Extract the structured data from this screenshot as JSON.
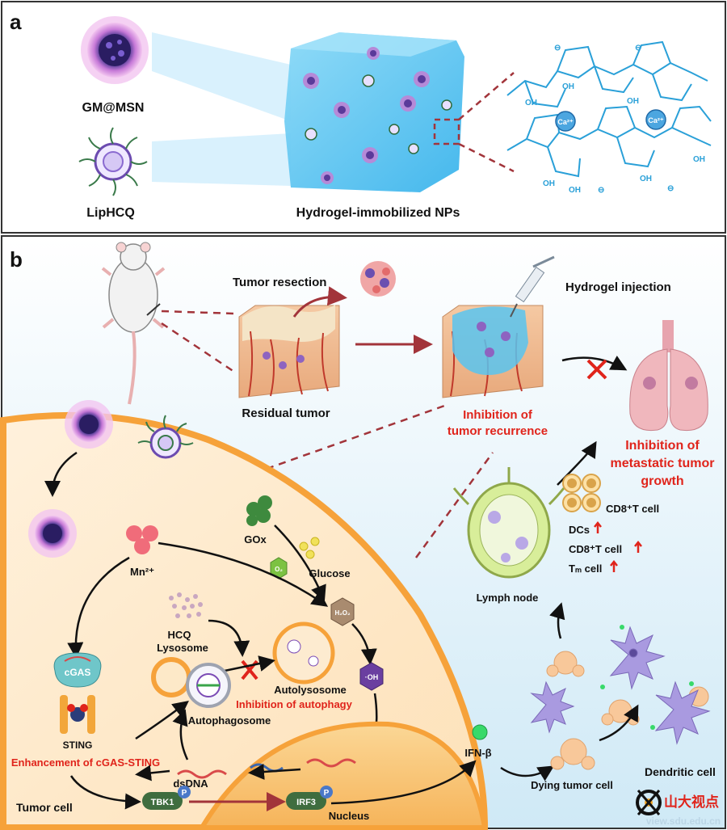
{
  "panel_a": {
    "letter": "a",
    "gm_msn": "GM@MSN",
    "liphcq": "LipHCQ",
    "hydrogel_nps": "Hydrogel-immobilized NPs",
    "ca_ion": "Ca²⁺",
    "oh": "OH",
    "neg": "⊖"
  },
  "panel_b": {
    "letter": "b",
    "tumor_resection": "Tumor resection",
    "residual_tumor": "Residual tumor",
    "hydrogel_injection": "Hydrogel injection",
    "inhibition_recurrence_1": "Inhibition of",
    "inhibition_recurrence_2": "tumor recurrence",
    "inhibition_metastatic_1": "Inhibition of",
    "inhibition_metastatic_2": "metastatic tumor",
    "inhibition_metastatic_3": "growth",
    "cd8_t_cell": "CD8⁺T cell",
    "dcs": "DCs",
    "cd8_t_cell_up": "CD8⁺T cell",
    "tm_cell": "Tₘ cell",
    "lymph_node": "Lymph node",
    "gox": "GOx",
    "glucose": "Glucose",
    "mn": "Mn²⁺",
    "o2": "O₂",
    "h2o2": "H₂O₂",
    "oh_radical": "·OH",
    "hcq": "HCQ",
    "lysosome": "Lysosome",
    "autolysosome": "Autolysosome",
    "autophagosome": "Autophagosome",
    "inhibition_autophagy": "Inhibition of autophagy",
    "cgas": "cGAS",
    "sting": "STING",
    "enhancement": "Enhancement of cGAS-STING",
    "dsdna": "dsDNA",
    "tbk1": "TBK1",
    "irf3": "IRF3",
    "p": "P",
    "nucleus": "Nucleus",
    "tumor_cell": "Tumor cell",
    "ifn": "IFN-β",
    "dying_tumor_cell": "Dying tumor cell",
    "dendritic_cell": "Dendritic cell"
  },
  "watermark": {
    "name": "山大视点",
    "url": "view.sdu.edu.cn"
  },
  "colors": {
    "red_label": "#e0241b",
    "hydrogel": "#55c3ef",
    "cell_orange": "#f6a23a",
    "alginate_blue": "#2aa0d8"
  }
}
